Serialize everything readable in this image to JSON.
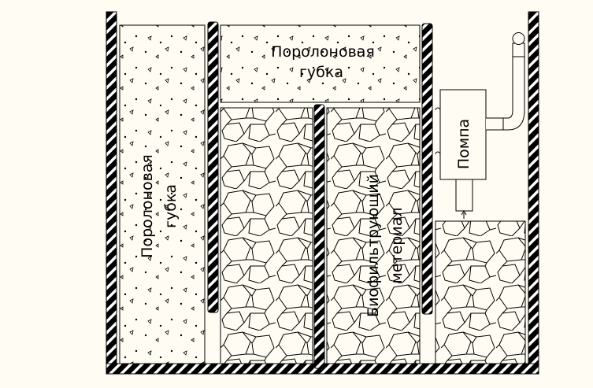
{
  "labels": {
    "top_sponge": [
      "Поролоновая",
      "губка"
    ],
    "left_sponge": [
      "Поролоновая",
      "губка"
    ],
    "pump": "Помпа",
    "bio_material": [
      "Биофильтрующий",
      "метериал"
    ]
  },
  "colors": {
    "background": "#fffdf3",
    "line": "#000000"
  }
}
